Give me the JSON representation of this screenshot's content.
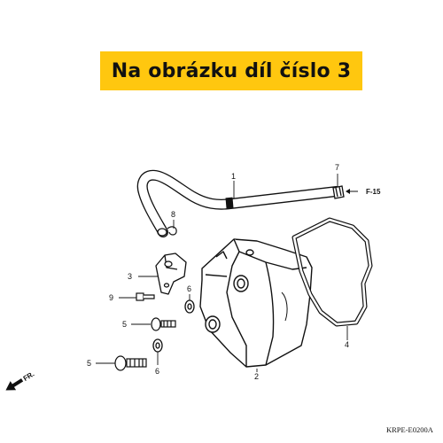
{
  "banner": {
    "text": "Na obrázku díl číslo 3",
    "color": "#ffc70f"
  },
  "callouts": {
    "c1": "1",
    "c2": "2",
    "c3": "3",
    "c4": "4",
    "c5a": "5",
    "c5b": "5",
    "c6a": "6",
    "c6b": "6",
    "c7": "7",
    "c8": "8",
    "c9": "9"
  },
  "reference": "F-15",
  "front_marker": "FR.",
  "diagram_code": "KRPE-E0200A"
}
